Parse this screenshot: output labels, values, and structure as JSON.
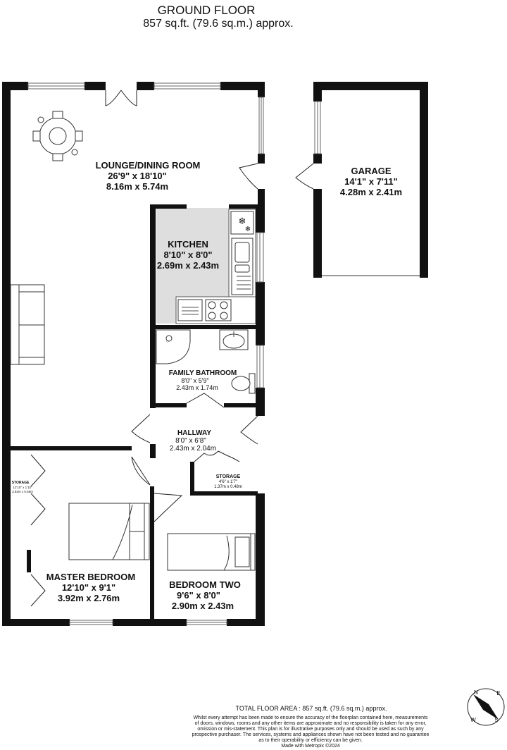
{
  "header": {
    "title": "GROUND FLOOR",
    "area": "857 sq.ft. (79.6 sq.m.) approx."
  },
  "rooms": {
    "lounge": {
      "name": "LOUNGE/DINING ROOM",
      "imperial": "26'9\"  x 18'10\"",
      "metric": "8.16m  x 5.74m"
    },
    "garage": {
      "name": "GARAGE",
      "imperial": "14'1\"  x 7'11\"",
      "metric": "4.28m  x 2.41m"
    },
    "kitchen": {
      "name": "KITCHEN",
      "imperial": "8'10\"  x 8'0\"",
      "metric": "2.69m  x 2.43m"
    },
    "bathroom": {
      "name": "FAMILY BATHROOM",
      "imperial": "8'0\"  x 5'9\"",
      "metric": "2.43m  x 1.74m"
    },
    "hallway": {
      "name": "HALLWAY",
      "imperial": "8'0\"  x 6'8\"",
      "metric": "2.43m  x 2.04m"
    },
    "storage_small": {
      "name": "STORAGE",
      "imperial": "4'6\"  x 1'7\"",
      "metric": "1.37m  x 0.48m"
    },
    "storage_master": {
      "name": "STORAGE",
      "imperial": "12'10\"  x 1'10\"",
      "metric": "3.92m  x 0.56m"
    },
    "master": {
      "name": "MASTER BEDROOM",
      "imperial": "12'10\"  x 9'1\"",
      "metric": "3.92m  x 2.76m"
    },
    "bedroom2": {
      "name": "BEDROOM TWO",
      "imperial": "9'6\"  x 8'0\"",
      "metric": "2.90m  x 2.43m"
    }
  },
  "footer": {
    "total": "TOTAL FLOOR AREA : 857 sq.ft. (79.6 sq.m.) approx.",
    "disclaimer": [
      "Whilst every attempt has been made to ensure the accuracy of the floorplan contained here, measurements",
      "of doors, windows, rooms and any other items are approximate and no responsibility is taken for any error,",
      "omission or mis-statement. This plan is for illustrative purposes only and should be used as such by any",
      "prospective purchaser. The services, systems and appliances shown have not been tested and no guarantee",
      "as to their operability or efficiency can be given."
    ],
    "made_with": "Made with Metropix ©2024"
  },
  "compass": {
    "n": "N",
    "s": "S",
    "e": "E",
    "w": "W"
  }
}
